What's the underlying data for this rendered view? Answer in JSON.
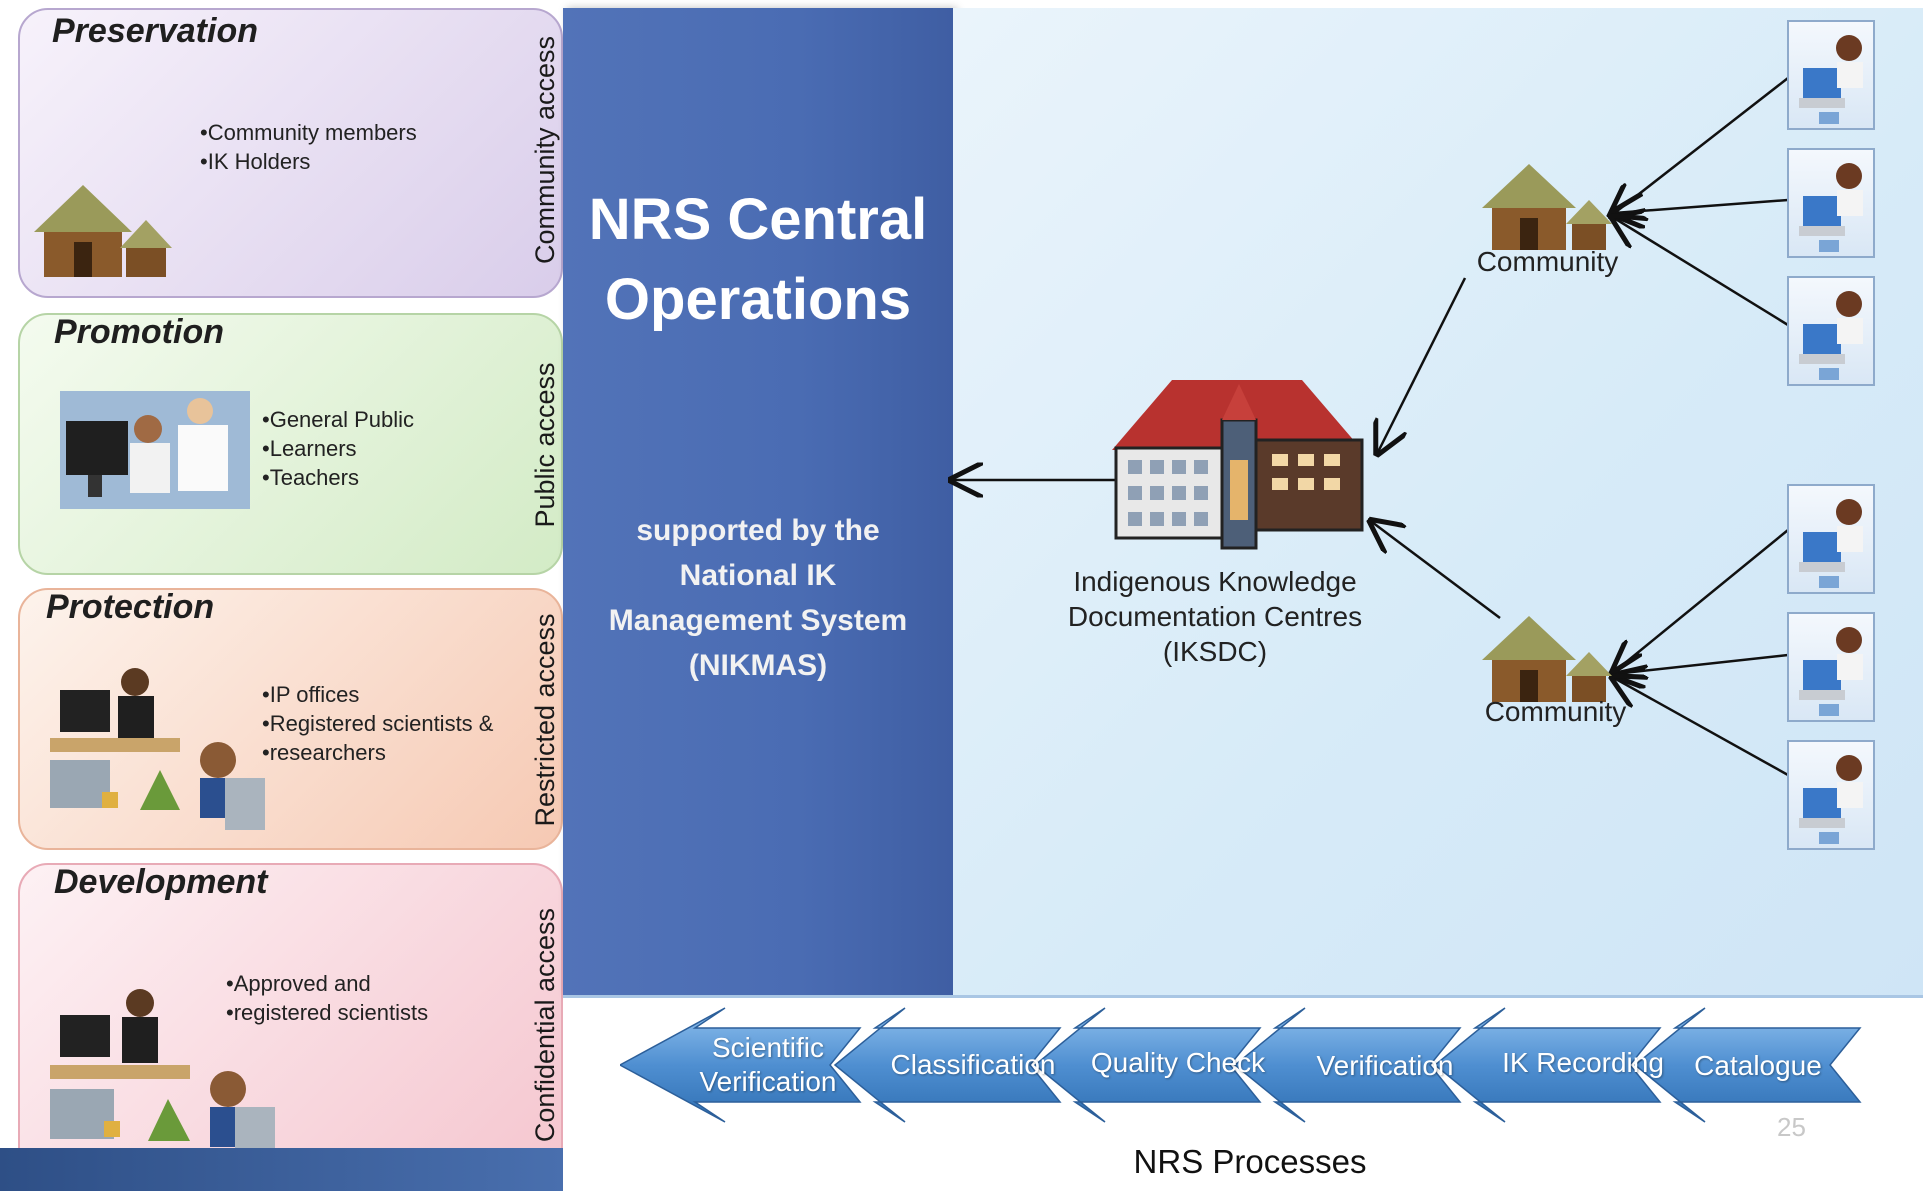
{
  "panels": [
    {
      "title": "Preservation",
      "bullets": [
        "Community members",
        "IK Holders"
      ],
      "access": "Community access"
    },
    {
      "title": "Promotion",
      "bullets": [
        "General Public",
        "Learners",
        "Teachers"
      ],
      "access": "Public access"
    },
    {
      "title": "Protection",
      "bullets": [
        "IP offices",
        "Registered scientists &",
        "researchers"
      ],
      "access": "Restricted access"
    },
    {
      "title": "Development",
      "bullets": [
        "Approved and",
        "registered scientists"
      ],
      "access": "Confidential access"
    }
  ],
  "central": {
    "title_line1": "NRS Central",
    "title_line2": "Operations",
    "sub_line1": "supported by the",
    "sub_line2": "National IK",
    "sub_line3": "Management System",
    "sub_line4": "(NIKMAS)"
  },
  "nodes": {
    "community_top": "Community",
    "community_bottom": "Community",
    "centre_line1": "Indigenous Knowledge",
    "centre_line2": "Documentation Centres",
    "centre_line3": "(IKSDC)"
  },
  "processes": {
    "steps": [
      {
        "line1": "Scientific",
        "line2": "Verification"
      },
      {
        "line1": "Classification"
      },
      {
        "line1": "Quality Check"
      },
      {
        "line1": "Verification"
      },
      {
        "line1": "IK Recording"
      },
      {
        "line1": "Catalogue"
      }
    ],
    "label": "NRS Processes",
    "page_number": "25"
  },
  "colors": {
    "central": "#4a6cb3",
    "arrow": "#4f8fd1",
    "roof": "#b8322f"
  }
}
